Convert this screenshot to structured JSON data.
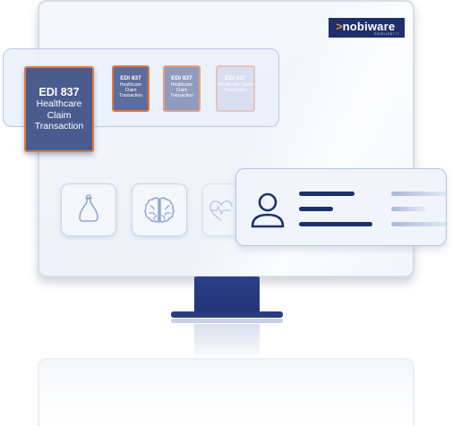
{
  "logo": {
    "mark": ">",
    "name": "nobiware",
    "tagline": "EXCELLENT IT"
  },
  "transaction_cards": [
    {
      "code": "EDI 837",
      "desc": "Healthcare Claim Transaction"
    },
    {
      "code": "EDI 837",
      "desc": "Healthcare Claim Transaction"
    },
    {
      "code": "EDI 837",
      "desc": "Healthcare Claim Transaction"
    },
    {
      "code": "EDI 837",
      "desc": "Healthcare Claim Transaction"
    }
  ],
  "icons": {
    "flask": "flask-icon",
    "brain": "brain-icon",
    "heartbeat": "heartbeat-icon",
    "user": "user-icon"
  },
  "colors": {
    "brand_navy": "#1e2f6b",
    "accent_orange": "#e07a3a",
    "card_blue": "#4a5c8e"
  }
}
